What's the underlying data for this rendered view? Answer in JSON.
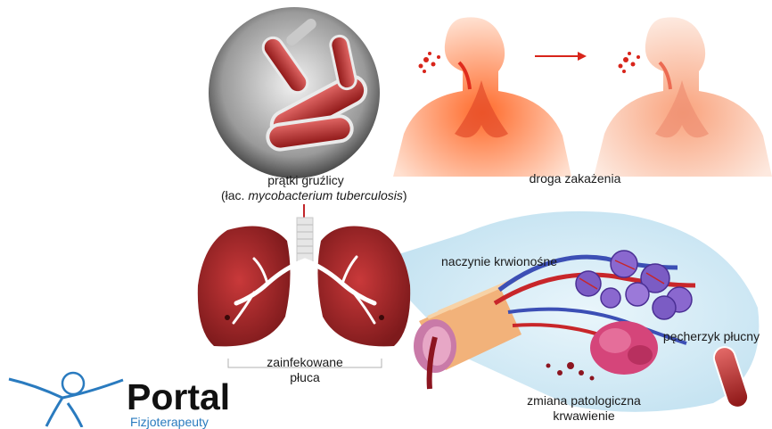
{
  "labels": {
    "bacteria": "prątki gruźlicy",
    "bacteria_latin_prefix": "(łac. ",
    "bacteria_latin_name": "mycobacterium tuberculosis",
    "bacteria_latin_suffix": ")",
    "infection_route": "droga zakażenia",
    "infected_lungs_line1": "zainfekowane",
    "infected_lungs_line2": "płuca",
    "blood_vessel": "naczynie krwionośne",
    "alveolus": "pęcherzyk płucny",
    "lesion_line1": "zmiana patologiczna",
    "lesion_line2": "krwawienie"
  },
  "logo": {
    "word": "Portal",
    "subtitle": "Fizjoterapeuty"
  },
  "colors": {
    "lung": "#b3272b",
    "body_silhouette": "#f4511e",
    "alveoli": "#6c4fb3",
    "magnified_bg": "#d9eef8",
    "logo_blue": "#2a7bbf"
  }
}
